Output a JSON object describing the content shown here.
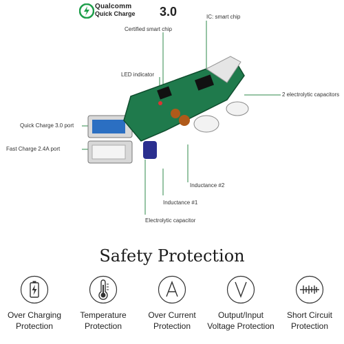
{
  "logo": {
    "brand": "Qualcomm",
    "product": "Quick Charge",
    "version": "3.0"
  },
  "callouts": {
    "certified": "Certified smart chip",
    "ic": "IC: smart chip",
    "led": "LED indicator",
    "capacitors": "2 electrolytic capacitors",
    "qc_port": "Quick Charge 3.0 port",
    "fast_port": "Fast Charge 2.4A port",
    "inductance2": "Inductance #2",
    "inductance1": "Inductance #1",
    "electrolytic": "Electrolytic capacitor"
  },
  "section_title": "Safety Protection",
  "features": [
    {
      "icon": "battery-charging-icon",
      "line1": "Over Charging",
      "line2": "Protection"
    },
    {
      "icon": "thermometer-icon",
      "line1": "Temperature",
      "line2": "Protection"
    },
    {
      "icon": "ampere-icon",
      "line1": "Over Current",
      "line2": "Protection"
    },
    {
      "icon": "voltage-icon",
      "line1": "Output/Input",
      "line2": "Voltage Protection"
    },
    {
      "icon": "short-circuit-icon",
      "line1": "Short Circuit",
      "line2": "Protection"
    }
  ],
  "colors": {
    "pcb": "#1f7a4c",
    "callout_line": "#2c8a4a",
    "icon_stroke": "#333333"
  }
}
